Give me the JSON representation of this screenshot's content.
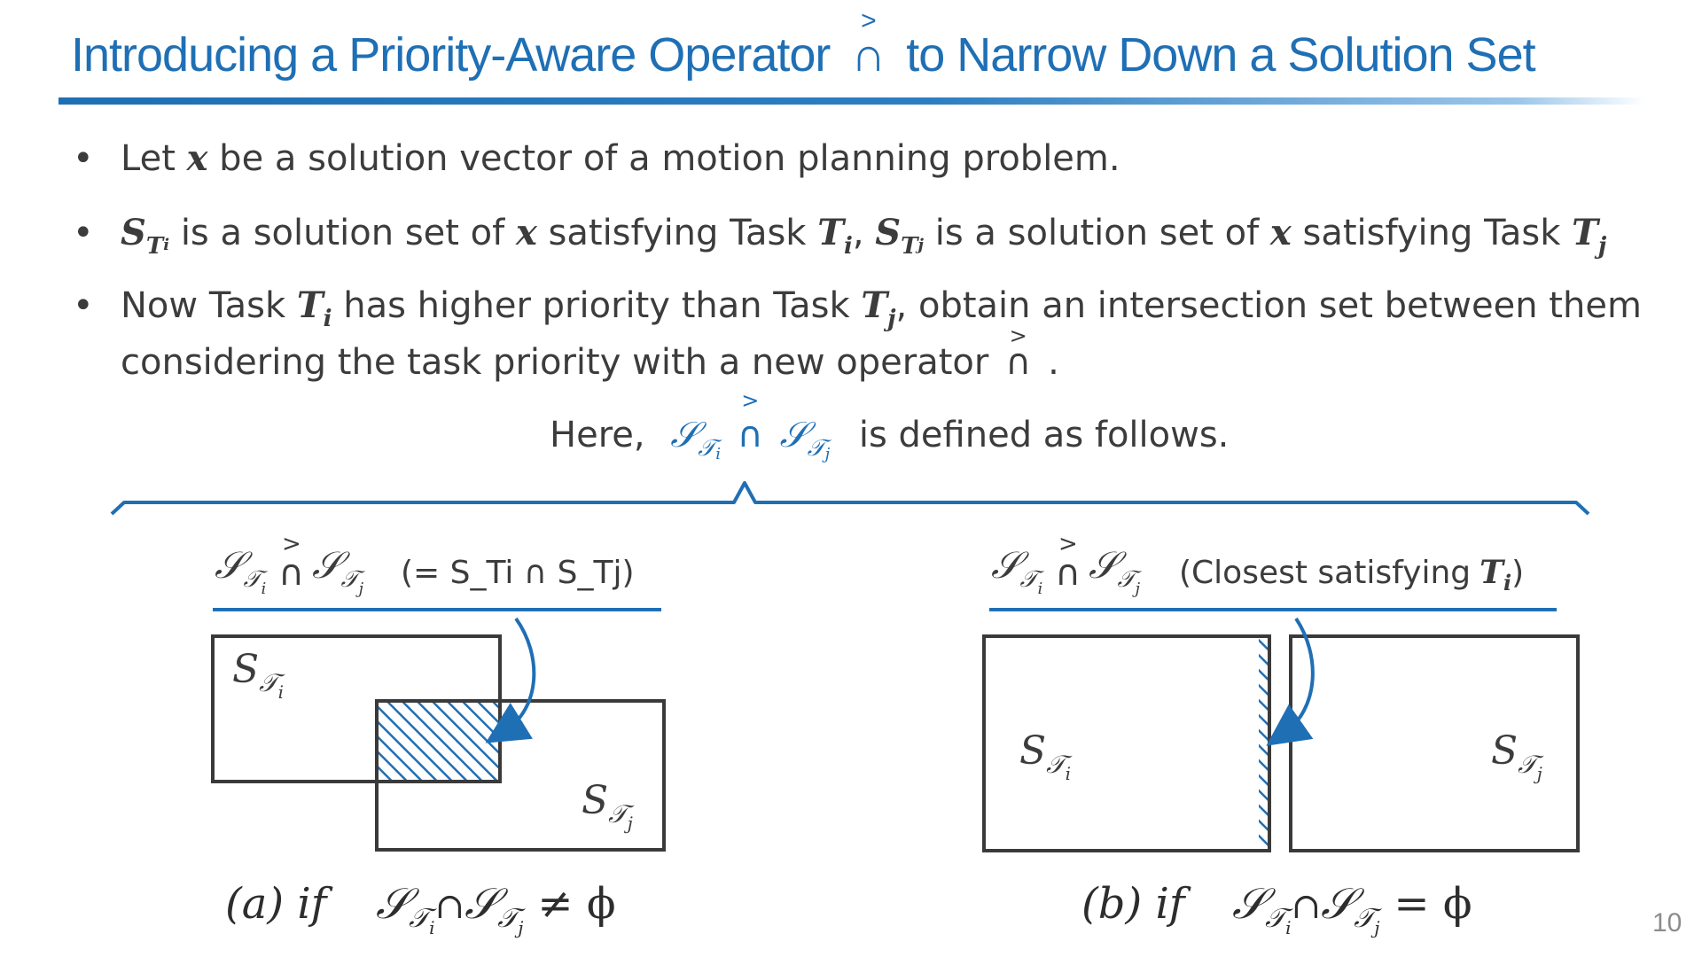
{
  "title": {
    "before": "Introducing a Priority-Aware Operator",
    "operator": "∩",
    "operator_mark": ">",
    "after": "to Narrow Down a Solution Set"
  },
  "bullets": [
    {
      "parts": [
        "Let",
        "x",
        "be a solution vector of a motion planning problem."
      ]
    },
    {
      "parts": [
        "S",
        "T",
        "i",
        "is a solution set of",
        "x",
        "satisfying Task",
        "T",
        "i",
        ",",
        "S",
        "T",
        "j",
        "is a solution set of",
        "x",
        "satisfying Task",
        "T",
        "j"
      ]
    },
    {
      "line1": [
        "Now Task",
        "T",
        "i",
        "has higher priority than Task",
        "T",
        "j",
        ", obtain an intersection set between them"
      ],
      "line2": [
        "considering the task priority with a new operator",
        "∩",
        ">",
        "."
      ]
    }
  ],
  "bullet_marker": "•",
  "here": {
    "prefix": "Here,",
    "suffix": "is defined as follows."
  },
  "panel_a": {
    "definition_note": "(= S_Ti ∩ S_Tj)",
    "set_i_label": "S",
    "set_j_label": "S",
    "caption_prefix": "(a) if",
    "caption_relation": "≠ ϕ"
  },
  "panel_b": {
    "definition_note_prefix": "(Closest satisfying",
    "definition_note_sym": "T",
    "definition_note_sub": "i",
    "definition_note_suffix": ")",
    "set_i_label": "S",
    "set_j_label": "S",
    "caption_prefix": "(b) if",
    "caption_relation": "= ϕ"
  },
  "symbols": {
    "S": "𝒮",
    "T": "𝒯",
    "i": "i",
    "j": "j",
    "cap": "∩",
    "gt": ">"
  },
  "page_number": "10",
  "colors": {
    "accent": "#1f6fb5",
    "text": "#3c3c3c",
    "box": "#3a3a3a",
    "hatch": "#1f6fb5"
  }
}
